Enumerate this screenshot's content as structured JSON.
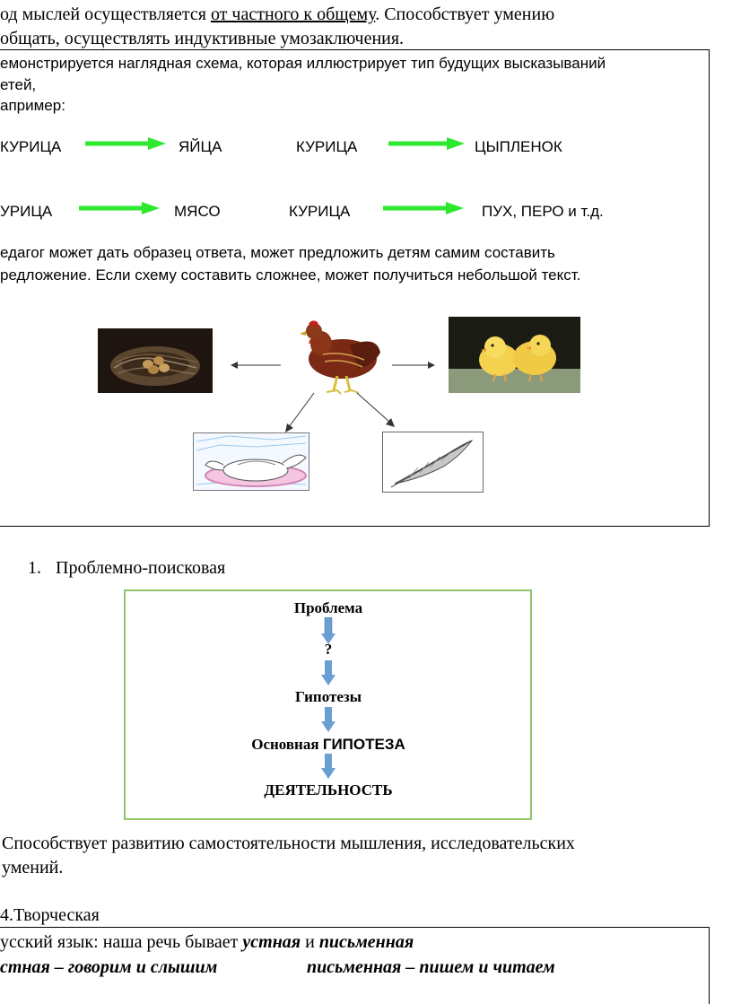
{
  "intro": {
    "line1_prefix": "од мыслей осуществляется ",
    "line1_underlined": "от частного к общему",
    "line1_suffix": ". Способствует умению",
    "line2": "общать, осуществлять индуктивные умозаключения."
  },
  "box1": {
    "line1": "емонстрируется наглядная схема, которая иллюстрирует тип будущих высказываний",
    "line2": "етей,",
    "line3": "апример:",
    "row1": {
      "a": "КУРИЦА",
      "b": "ЯЙЦА",
      "c": "КУРИЦА",
      "d": "ЦЫПЛЕНОК"
    },
    "row2": {
      "a": "УРИЦА",
      "b": "МЯСО",
      "c": "КУРИЦА",
      "d": "ПУХ, ПЕРО и т.д."
    },
    "para1": "едагог может дать образец ответа, может предложить детям самим составить",
    "para2": "редложение. Если схему составить сложнее, может получиться небольшой текст.",
    "arrow_color": "#2ee82e"
  },
  "section1": {
    "number": "1.",
    "title": "Проблемно-поисковая"
  },
  "box2": {
    "problem": "Проблема",
    "question": "?",
    "hypotheses": "Гипотезы",
    "main_prefix": "Основная ",
    "main_caps": "ГИПОТЕЗА",
    "activity": "ДЕЯТЕЛЬНОСТЬ",
    "border_color": "#8fc467",
    "arrow_color": "#6a9fd4"
  },
  "after": {
    "line1": "Способствует развитию самостоятельности мышления, исследовательских",
    "line2": "умений."
  },
  "section4": {
    "title": "4.Творческая"
  },
  "box3": {
    "line1_prefix": "усский язык: наша речь бывает ",
    "line1_oral": "устная",
    "line1_and": " и ",
    "line1_written": "письменная",
    "line2_left": "стная – говорим и слышим",
    "line2_right": "письменная – пишем и читаем"
  }
}
